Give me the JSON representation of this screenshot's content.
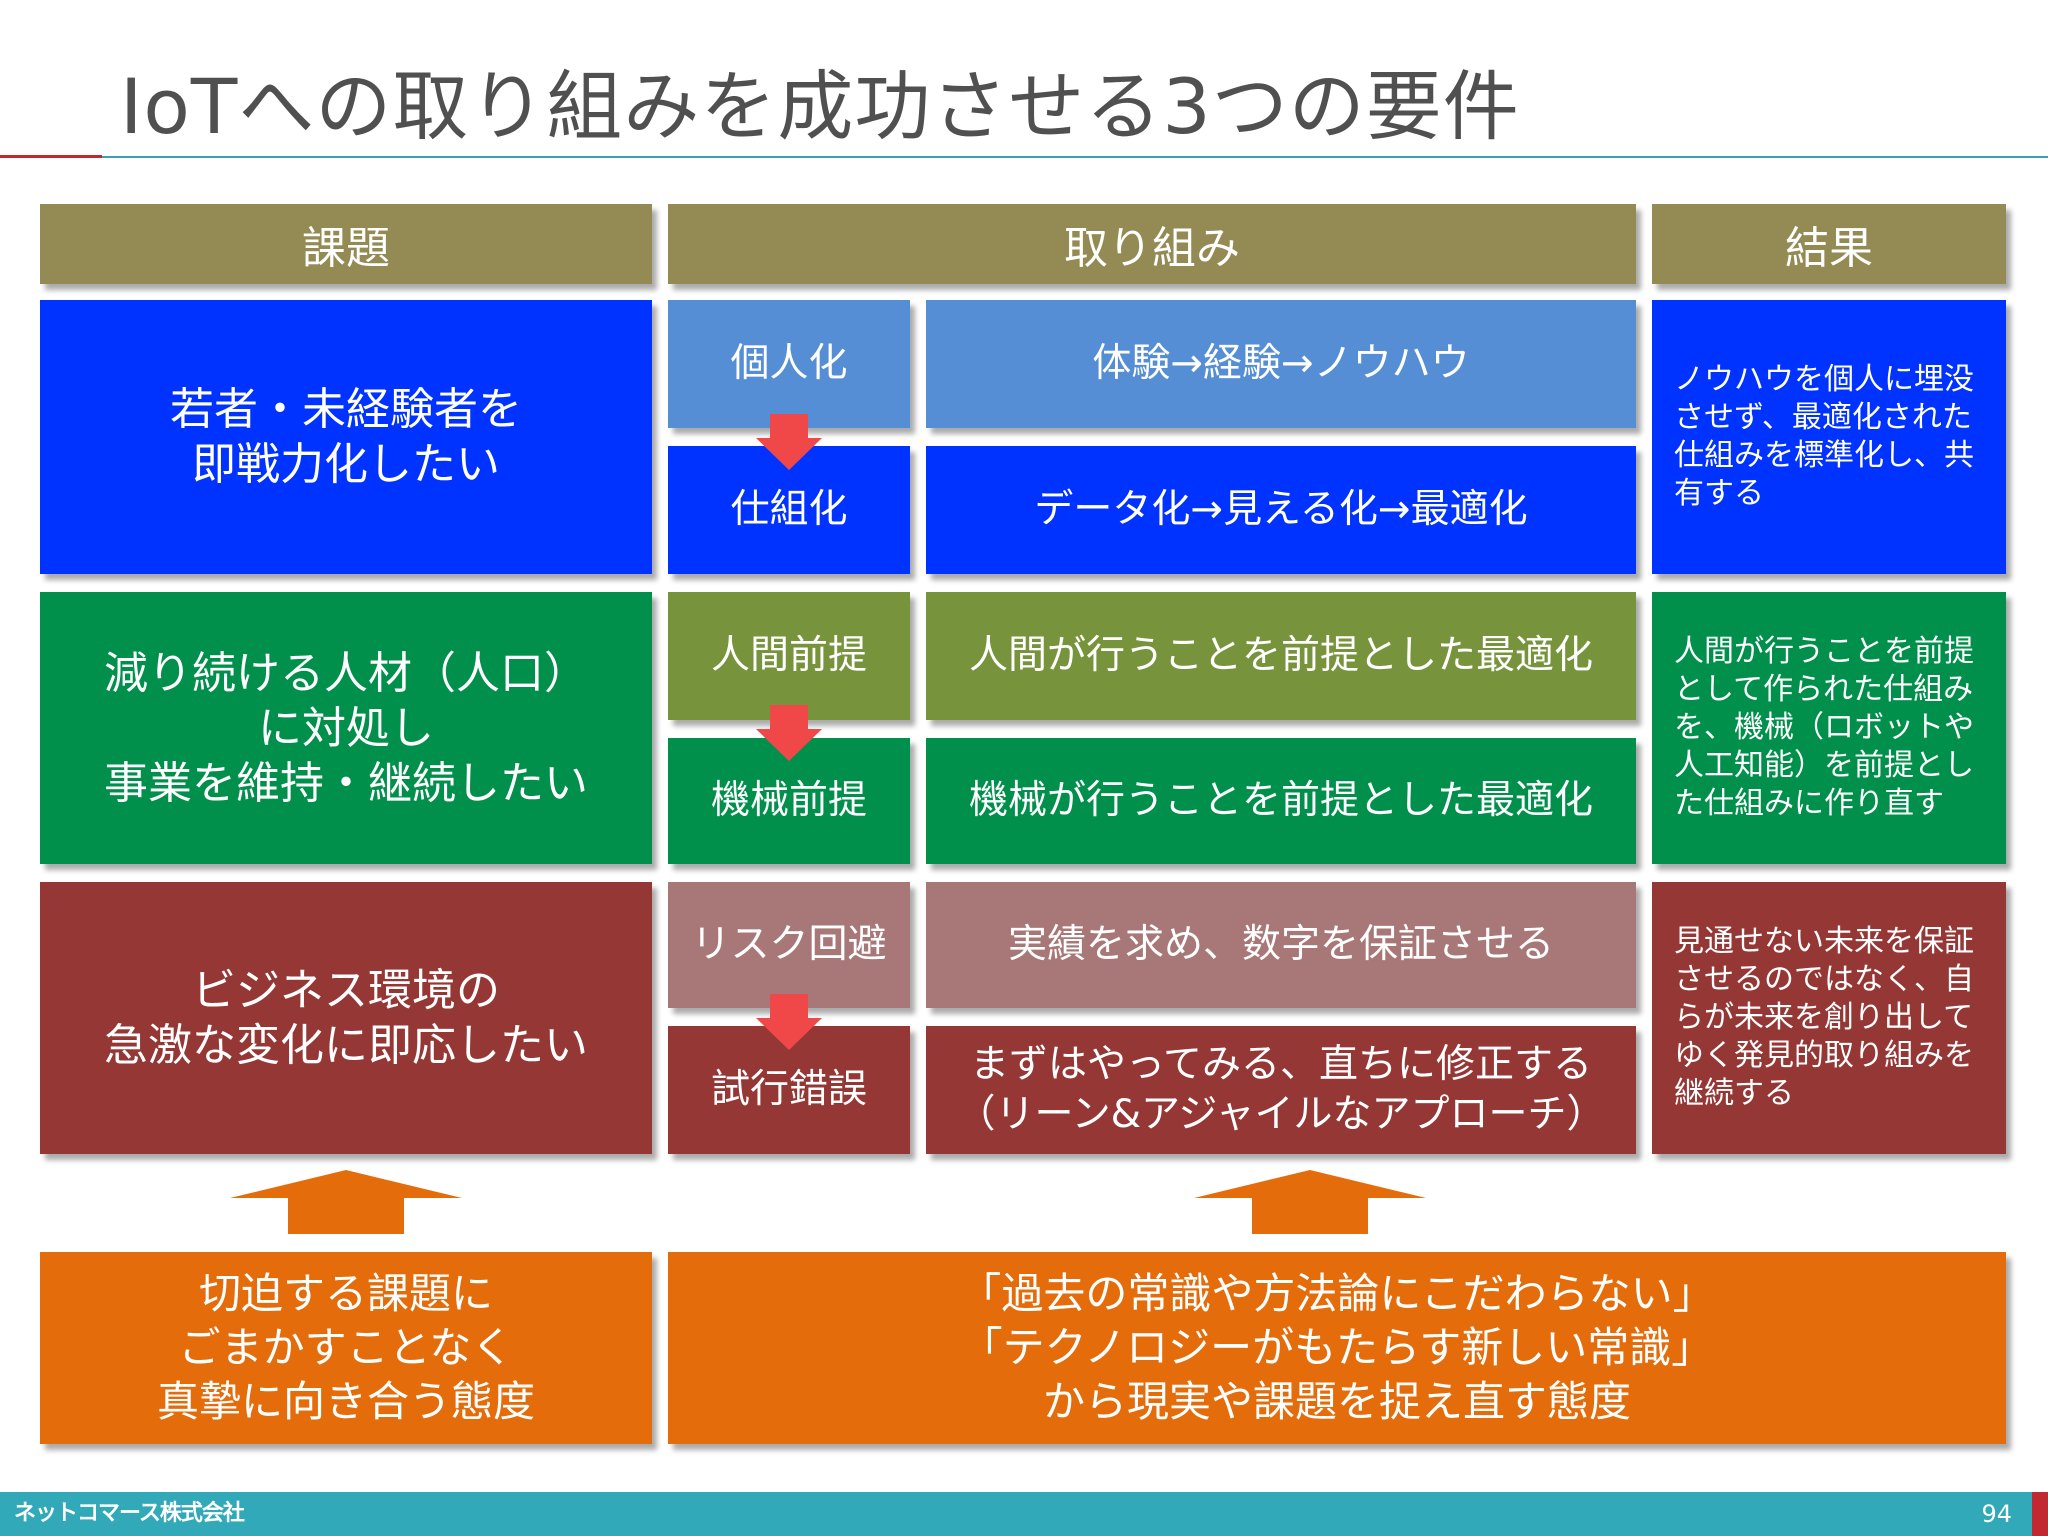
{
  "title": "IoTへの取り組みを成功させる3つの要件",
  "headers": {
    "issue": "課題",
    "approach": "取り組み",
    "result": "結果"
  },
  "rows": [
    {
      "issue": "若者・未経験者を\n即戦力化したい",
      "from_label": "個人化",
      "from_text": "体験→経験→ノウハウ",
      "to_label": "仕組化",
      "to_text": "データ化→見える化→最適化",
      "result": "ノウハウを個人に埋没\nさせず、最適化された\n仕組みを標準化し、共\n有する"
    },
    {
      "issue": "減り続ける人材（人口）\nに対処し\n事業を維持・継続したい",
      "from_label": "人間前提",
      "from_text": "人間が行うことを前提とした最適化",
      "to_label": "機械前提",
      "to_text": "機械が行うことを前提とした最適化",
      "result": "人間が行うことを前提\nとして作られた仕組み\nを、機械（ロボットや\n人工知能）を前提とし\nた仕組みに作り直す"
    },
    {
      "issue": "ビジネス環境の\n急激な変化に即応したい",
      "from_label": "リスク回避",
      "from_text": "実績を求め、数字を保証させる",
      "to_label": "試行錯誤",
      "to_text": "まずはやってみる、直ちに修正する\n（リーン&アジャイルなアプローチ）",
      "result": "見通せない未来を保証\nさせるのではなく、自\nらが未来を創り出して\nゆく発見的取り組みを\n継続する"
    }
  ],
  "bottom": {
    "left": "切迫する課題に\nごまかすことなく\n真摯に向き合う態度",
    "right": "「過去の常識や方法論にこだわらない」\n「テクノロジーがもたらす新しい常識」\nから現実や課題を捉え直す態度"
  },
  "footer": {
    "company": "ネットコマース株式会社",
    "page": "94"
  },
  "colors": {
    "header": "#948a54",
    "row1_strong": "#0033ff",
    "row1_light": "#558ed5",
    "row2_strong": "#00904c",
    "row2_light": "#77933c",
    "row3_strong": "#953735",
    "row3_light": "#a87878",
    "bottom": "#e46c0a",
    "arrow": "#e46c0a",
    "small_arrow": "#f04848",
    "footer": "#31a9b8",
    "accent_red": "#c2282f"
  },
  "icons": {
    "small_arrow": "down-arrow-icon",
    "big_arrow": "up-arrow-icon"
  }
}
